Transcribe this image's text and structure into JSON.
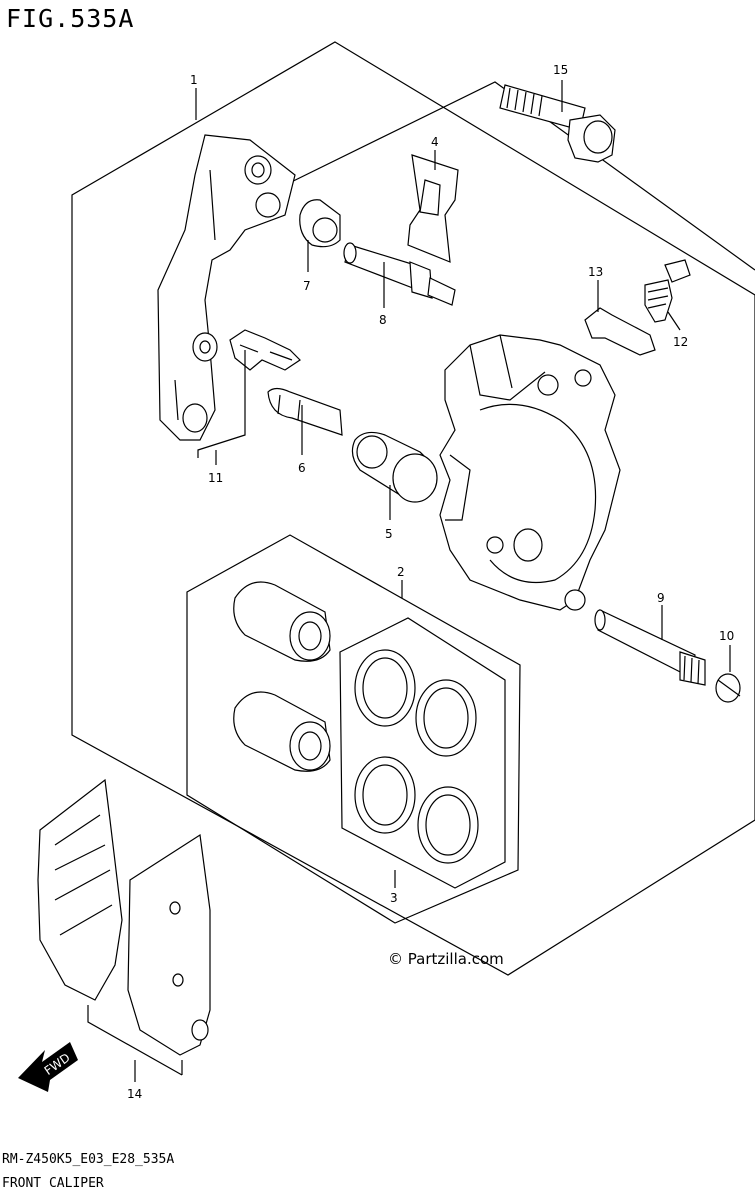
{
  "figure_label": "FIG.535A",
  "drawing_code": "RM-Z450K5_E03_E28_535A",
  "drawing_name": "FRONT CALIPER",
  "copyright": "© Partzilla.com",
  "fwd_label": "FWD",
  "callouts": [
    "1",
    "2",
    "3",
    "4",
    "5",
    "6",
    "7",
    "8",
    "9",
    "10",
    "11",
    "12",
    "13",
    "14",
    "15"
  ]
}
